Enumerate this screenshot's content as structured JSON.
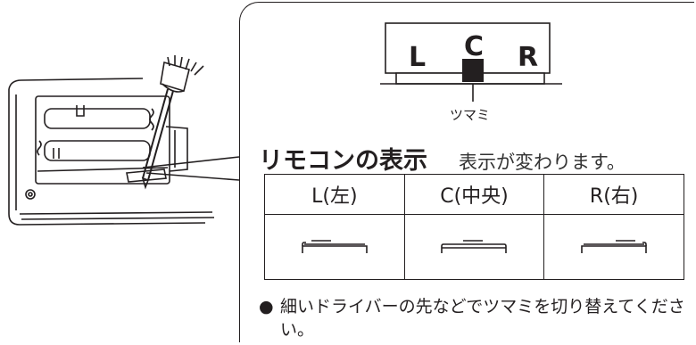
{
  "switch": {
    "letters": [
      "L",
      "C",
      "R"
    ],
    "knob_label": "ツマミ"
  },
  "heading": {
    "title": "リモコンの表示",
    "subtitle": "表示が変わります。"
  },
  "table": {
    "headers": [
      "L(左)",
      "C(中央)",
      "R(右)"
    ],
    "icons": [
      "remote-display-left-icon",
      "remote-display-center-icon",
      "remote-display-right-icon"
    ]
  },
  "note": {
    "bullet": "●",
    "text": "細いドライバーの先などでツマミを切り替えてください。"
  },
  "icons": {
    "illustration": "remote-battery-compartment-screwdriver-illustration"
  }
}
